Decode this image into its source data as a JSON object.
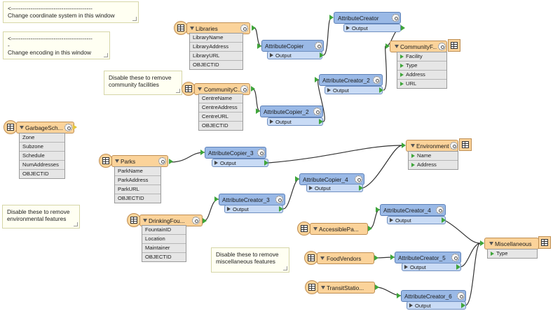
{
  "notes": {
    "coord": "<------------------------------------------\nChange coordinate system in this window",
    "encoding": "<------------------------------------------\n-\nChange encoding in this window",
    "community": "Disable these to remove\ncommunity facilities",
    "environmental": "Disable these to remove\nenvironmental features",
    "misc": "Disable these to remove\nmiscellaneous features"
  },
  "readers": {
    "libraries": {
      "title": "Libraries",
      "attrs": [
        "LibraryName",
        "LibraryAddress",
        "LibraryURL",
        "OBJECTID"
      ]
    },
    "community": {
      "title": "CommunityC...",
      "attrs": [
        "CentreName",
        "CentreAddress",
        "CentreURL",
        "OBJECTID"
      ]
    },
    "garbage": {
      "title": "GarbageSch...",
      "attrs": [
        "Zone",
        "Subzone",
        "Schedule",
        "NumAddresses",
        "OBJECTID"
      ]
    },
    "parks": {
      "title": "Parks",
      "attrs": [
        "ParkName",
        "ParkAddress",
        "ParkURL",
        "OBJECTID"
      ]
    },
    "drinking": {
      "title": "DrinkingFou...",
      "attrs": [
        "FountainID",
        "Location",
        "Maintainer",
        "OBJECTID"
      ]
    },
    "accessible": {
      "title": "AccessiblePa..."
    },
    "food": {
      "title": "FoodVendors"
    },
    "transit": {
      "title": "TransitStatio..."
    }
  },
  "transformers": {
    "ac": {
      "title": "AttributeCreator",
      "port": "Output"
    },
    "acp": {
      "title": "AttributeCopier",
      "port": "Output"
    },
    "ac2": {
      "title": "AttributeCreator_2",
      "port": "Output"
    },
    "acp2": {
      "title": "AttributeCopier_2",
      "port": "Output"
    },
    "acp3": {
      "title": "AttributeCopier_3",
      "port": "Output"
    },
    "acp4": {
      "title": "AttributeCopier_4",
      "port": "Output"
    },
    "ac3": {
      "title": "AttributeCreator_3",
      "port": "Output"
    },
    "ac4": {
      "title": "AttributeCreator_4",
      "port": "Output"
    },
    "ac5": {
      "title": "AttributeCreator_5",
      "port": "Output"
    },
    "ac6": {
      "title": "AttributeCreator_6",
      "port": "Output"
    }
  },
  "writers": {
    "community": {
      "title": "CommunityF...",
      "attrs": [
        "Facility",
        "Type",
        "Address",
        "URL"
      ]
    },
    "environment": {
      "title": "Environment",
      "attrs": [
        "Name",
        "Address"
      ]
    },
    "misc": {
      "title": "Miscellaneous",
      "attrs": [
        "Type"
      ]
    }
  },
  "colors": {
    "reader": "#fbd39a",
    "transformer": "#9ab9e6",
    "connection": "#333333",
    "port_arrow": "#3fa53a"
  }
}
